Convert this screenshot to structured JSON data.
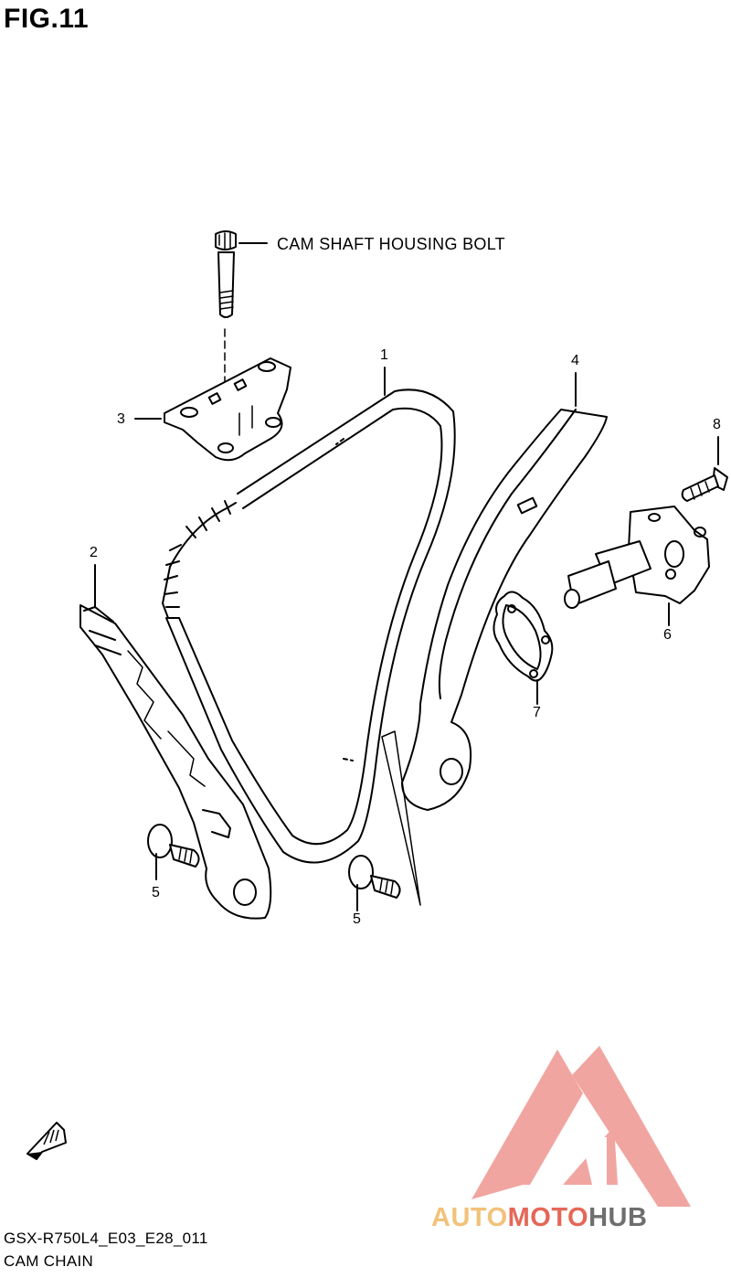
{
  "figure": {
    "title": "FIG.11"
  },
  "callout": {
    "text": "CAM SHAFT HOUSING BOLT"
  },
  "part_labels": [
    "1",
    "2",
    "3",
    "4",
    "5",
    "5",
    "6",
    "7",
    "8"
  ],
  "footer": {
    "code": "GSX-R750L4_E03_E28_011",
    "name": "CAM CHAIN"
  },
  "watermark": {
    "part1": "AUTO",
    "part2": "MOTO",
    "part3": "HUB"
  },
  "icons": {
    "forward_arrow": "fwd-arrow-icon",
    "logo": "automotohub-logo-icon"
  },
  "colors": {
    "line": "#000000",
    "logo_red": "#e56757",
    "logo_pink": "#f1a5a0",
    "logo_yellow": "#f2c27a",
    "logo_gray": "#6e6e6e"
  }
}
